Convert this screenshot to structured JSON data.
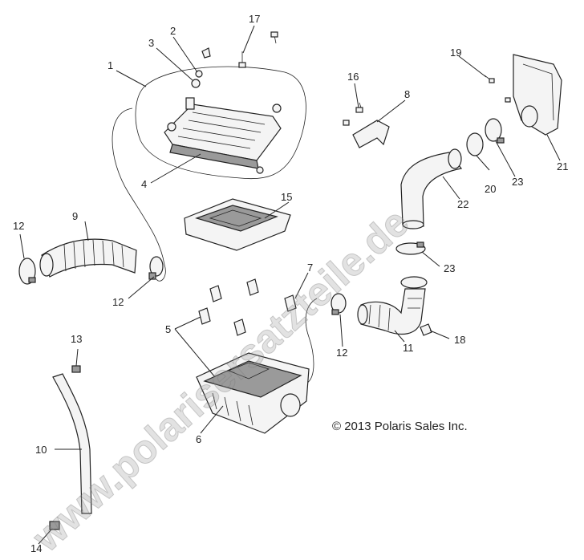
{
  "copyright": "© 2013 Polaris Sales Inc.",
  "watermark": "www.polarisersatzteile.de",
  "callouts": {
    "c1": "1",
    "c2": "2",
    "c3": "3",
    "c4": "4",
    "c5": "5",
    "c6": "6",
    "c7": "7",
    "c8": "8",
    "c9": "9",
    "c10": "10",
    "c11": "11",
    "c12a": "12",
    "c12b": "12",
    "c12c": "12",
    "c13": "13",
    "c14": "14",
    "c15": "15",
    "c16": "16",
    "c17": "17",
    "c18": "18",
    "c19": "19",
    "c20": "20",
    "c21": "21",
    "c22": "22",
    "c23a": "23",
    "c23b": "23"
  }
}
